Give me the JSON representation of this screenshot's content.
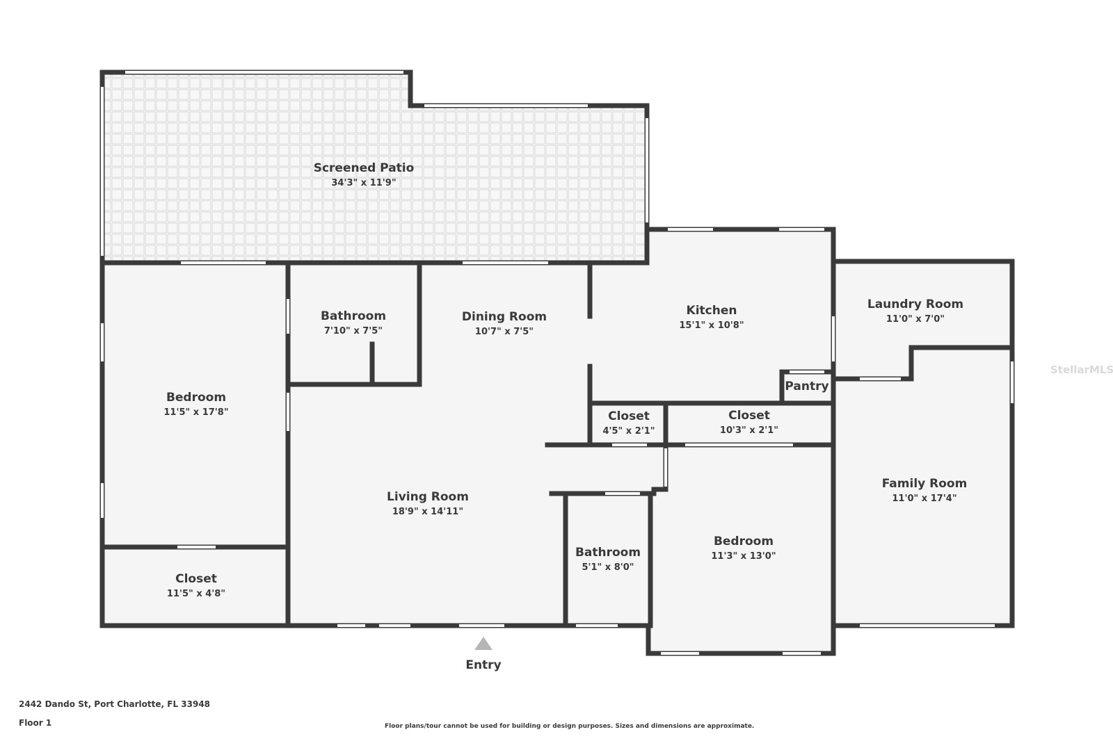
{
  "rooms": {
    "screened_patio": {
      "name": "Screened Patio",
      "dims": "34'3\" x 11'9\""
    },
    "bathroom_north": {
      "name": "Bathroom",
      "dims": "7'10\" x 7'5\""
    },
    "dining_room": {
      "name": "Dining Room",
      "dims": "10'7\" x 7'5\""
    },
    "kitchen": {
      "name": "Kitchen",
      "dims": "15'1\" x 10'8\""
    },
    "laundry_room": {
      "name": "Laundry Room",
      "dims": "11'0\" x 7'0\""
    },
    "pantry": {
      "name": "Pantry"
    },
    "bedroom_west": {
      "name": "Bedroom",
      "dims": "11'5\" x 17'8\""
    },
    "closet_small": {
      "name": "Closet",
      "dims": "4'5\" x 2'1\""
    },
    "closet_wide": {
      "name": "Closet",
      "dims": "10'3\" x 2'1\""
    },
    "family_room": {
      "name": "Family Room",
      "dims": "11'0\" x 17'4\""
    },
    "living_room": {
      "name": "Living Room",
      "dims": "18'9\" x 14'11\""
    },
    "bathroom_south": {
      "name": "Bathroom",
      "dims": "5'1\" x 8'0\""
    },
    "bedroom_east": {
      "name": "Bedroom",
      "dims": "11'3\" x 13'0\""
    },
    "closet_west": {
      "name": "Closet",
      "dims": "11'5\" x 4'8\""
    }
  },
  "entry": {
    "label": "Entry"
  },
  "footer": {
    "address": "2442 Dando St, Port Charlotte, FL 33948",
    "floor": "Floor 1",
    "disclaimer": "Floor plans/tour cannot be used for building or design purposes. Sizes and dimensions are approximate."
  },
  "watermark": "StellarMLS",
  "colors": {
    "wall": "#3a3a3a",
    "floor": "#f5f5f5",
    "patio_tile": "#d9d9d9",
    "text": "#3a3a3a"
  }
}
